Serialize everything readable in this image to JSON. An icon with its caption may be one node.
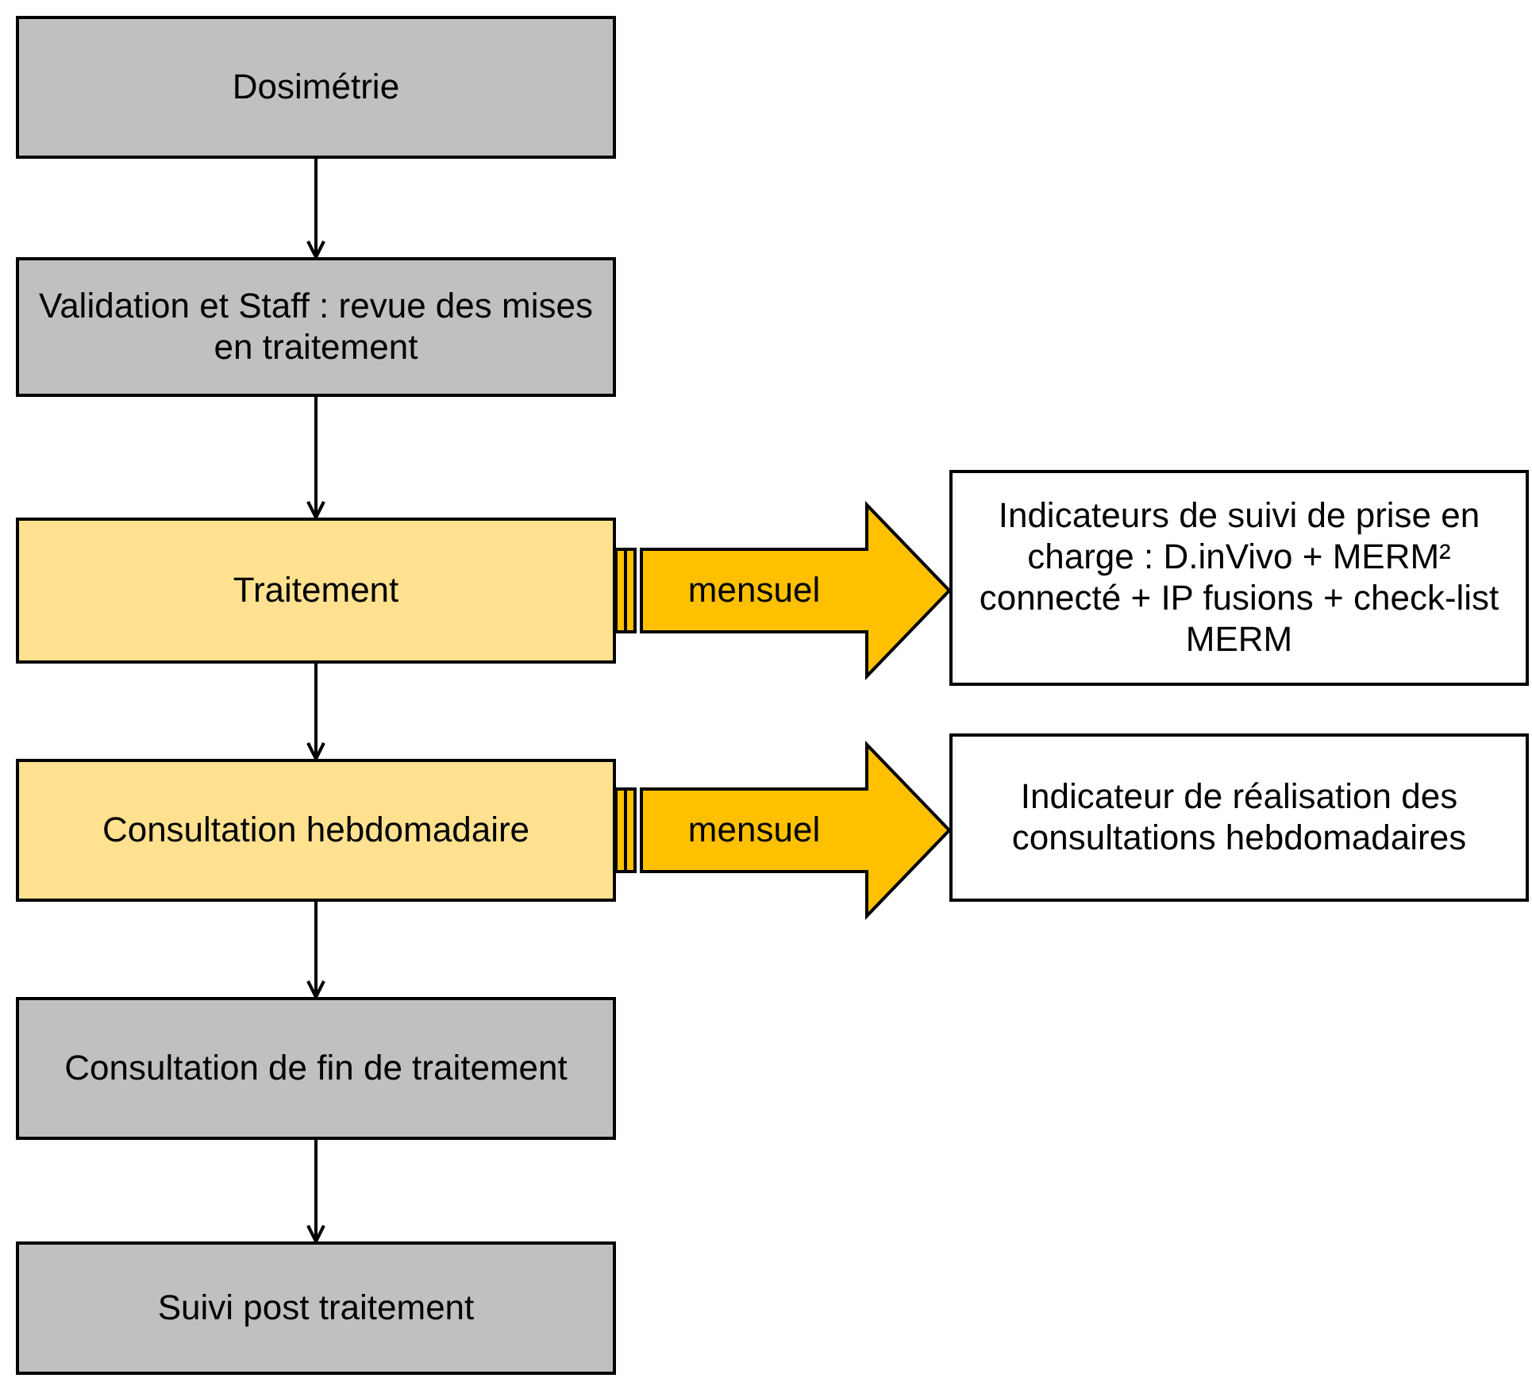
{
  "diagram": {
    "nodes": [
      {
        "text": [
          "Dosimétrie"
        ]
      },
      {
        "text": [
          "Validation et Staff : revue des mises en traitement"
        ]
      },
      {
        "text": [
          "Traitement"
        ]
      },
      {
        "text": [
          "Consultation hebdomadaire"
        ]
      },
      {
        "text": [
          "Consultation de fin de traitement"
        ]
      },
      {
        "text": [
          "Suivi post traitement"
        ]
      },
      {
        "text": [
          "Indicateurs de suivi de prise en charge : D.inVivo + MERM² connecté + IP fusions + check-list MERM"
        ]
      },
      {
        "text": [
          "Indicateur de réalisation des consultations hebdomadaires"
        ]
      }
    ],
    "edges": [
      {
        "from": 0,
        "to": 1,
        "arrow": "to"
      },
      {
        "from": 1,
        "to": 2,
        "arrow": "to"
      },
      {
        "from": 2,
        "to": 3,
        "arrow": "to"
      },
      {
        "from": 3,
        "to": 4,
        "arrow": "to"
      },
      {
        "from": 4,
        "to": 5,
        "arrow": "to"
      },
      {
        "from": 2,
        "to": 6,
        "arrow": "to",
        "label": "mensuel",
        "style": "thick",
        "color": "#ffc000"
      },
      {
        "from": 3,
        "to": 7,
        "arrow": "to",
        "label": "mensuel",
        "style": "thick",
        "color": "#ffc000"
      }
    ]
  }
}
